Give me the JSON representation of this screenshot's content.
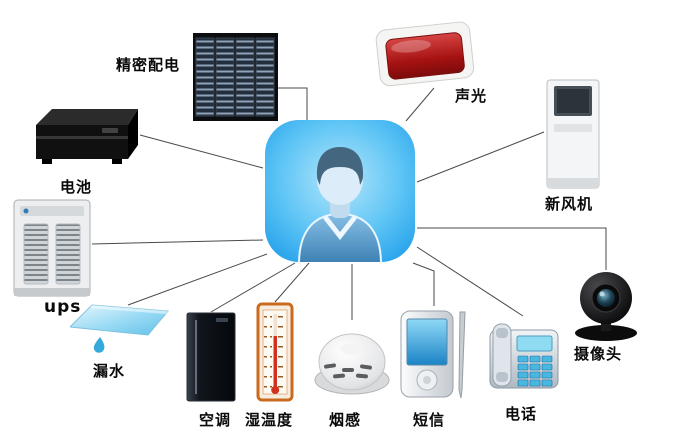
{
  "nodes": [
    {
      "id": "power-distribution",
      "label": "精密配电"
    },
    {
      "id": "battery",
      "label": "电池"
    },
    {
      "id": "ups",
      "label": "ups"
    },
    {
      "id": "water-leak",
      "label": "漏水"
    },
    {
      "id": "air-conditioner",
      "label": "空调"
    },
    {
      "id": "temp-humidity",
      "label": "湿温度"
    },
    {
      "id": "smoke-detector",
      "label": "烟感"
    },
    {
      "id": "sms",
      "label": "短信"
    },
    {
      "id": "telephone",
      "label": "电话"
    },
    {
      "id": "camera",
      "label": "摄像头"
    },
    {
      "id": "fresh-air-unit",
      "label": "新风机"
    },
    {
      "id": "sound-light-alarm",
      "label": "声光"
    }
  ],
  "colors": {
    "background": "#ffffff",
    "center_icon_blue": "#38b2f0",
    "alarm_red": "#a61212",
    "leak_panel_blue": "#9edcf5",
    "thermometer_frame_orange": "#c96a1e",
    "connector_line": "#4a4a4a",
    "label_text": "#0a0a0a"
  }
}
